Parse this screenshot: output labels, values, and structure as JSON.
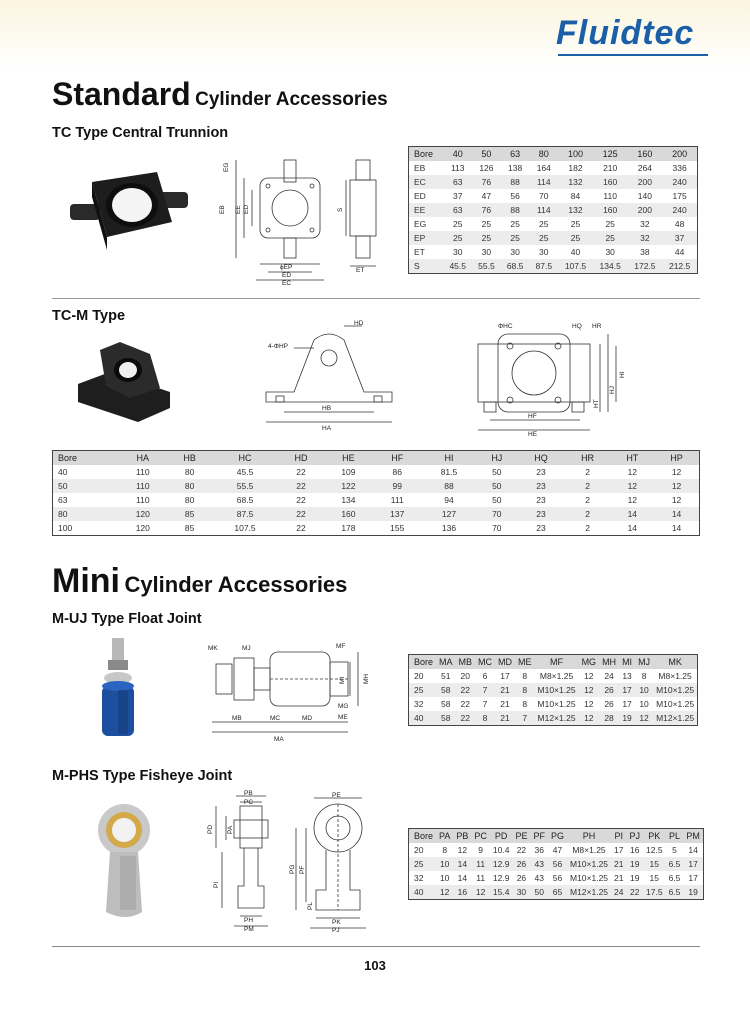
{
  "brand": {
    "logo": "Fluidtec"
  },
  "standard": {
    "title_big": "Standard",
    "title_rest": "Cylinder Accessories",
    "tc": {
      "title": "TC Type Central Trunnion",
      "diagram_labels": {
        "eg": "EG",
        "eb": "EB",
        "ee": "EE",
        "ed": "ED",
        "s": "S",
        "ep": "ϕEP",
        "ed2": "ED",
        "ec": "EC",
        "et": "ET"
      },
      "table": {
        "header": [
          "Bore",
          "40",
          "50",
          "63",
          "80",
          "100",
          "125",
          "160",
          "200"
        ],
        "rows": [
          [
            "EB",
            "113",
            "126",
            "138",
            "164",
            "182",
            "210",
            "264",
            "336"
          ],
          [
            "EC",
            "63",
            "76",
            "88",
            "114",
            "132",
            "160",
            "200",
            "240"
          ],
          [
            "ED",
            "37",
            "47",
            "56",
            "70",
            "84",
            "110",
            "140",
            "175"
          ],
          [
            "EE",
            "63",
            "76",
            "88",
            "114",
            "132",
            "160",
            "200",
            "240"
          ],
          [
            "EG",
            "25",
            "25",
            "25",
            "25",
            "25",
            "25",
            "32",
            "48"
          ],
          [
            "EP",
            "25",
            "25",
            "25",
            "25",
            "25",
            "25",
            "32",
            "37"
          ],
          [
            "ET",
            "30",
            "30",
            "30",
            "30",
            "40",
            "30",
            "38",
            "44"
          ],
          [
            "S",
            "45.5",
            "55.5",
            "68.5",
            "87.5",
            "107.5",
            "134.5",
            "172.5",
            "212.5"
          ]
        ]
      }
    },
    "tcm": {
      "title": "TC-M Type",
      "diagram_labels": {
        "hd": "HD",
        "hp": "4-ΦHP",
        "hb": "HB",
        "ha": "HA",
        "hc": "ΦHC",
        "hq": "HQ",
        "hr": "HR",
        "hi": "HI",
        "hj": "HJ",
        "ht": "HT",
        "hf": "HF",
        "he": "HE"
      },
      "table": {
        "header": [
          "Bore",
          "HA",
          "HB",
          "HC",
          "HD",
          "HE",
          "HF",
          "HI",
          "HJ",
          "HQ",
          "HR",
          "HT",
          "HP"
        ],
        "rows": [
          [
            "40",
            "110",
            "80",
            "45.5",
            "22",
            "109",
            "86",
            "81.5",
            "50",
            "23",
            "2",
            "12",
            "12"
          ],
          [
            "50",
            "110",
            "80",
            "55.5",
            "22",
            "122",
            "99",
            "88",
            "50",
            "23",
            "2",
            "12",
            "12"
          ],
          [
            "63",
            "110",
            "80",
            "68.5",
            "22",
            "134",
            "111",
            "94",
            "50",
            "23",
            "2",
            "12",
            "12"
          ],
          [
            "80",
            "120",
            "85",
            "87.5",
            "22",
            "160",
            "137",
            "127",
            "70",
            "23",
            "2",
            "14",
            "14"
          ],
          [
            "100",
            "120",
            "85",
            "107.5",
            "22",
            "178",
            "155",
            "136",
            "70",
            "23",
            "2",
            "14",
            "14"
          ]
        ]
      }
    }
  },
  "mini": {
    "title_big": "Mini",
    "title_rest": "Cylinder Accessories",
    "muj": {
      "title": "M-UJ Type Float Joint",
      "diagram_labels": {
        "mk": "MK",
        "mj": "MJ",
        "mf": "MF",
        "mi": "MI",
        "mh": "MH",
        "mg": "MG",
        "me": "ME",
        "mb": "MB",
        "mc": "MC",
        "md": "MD",
        "ma": "MA"
      },
      "table": {
        "header": [
          "Bore",
          "MA",
          "MB",
          "MC",
          "MD",
          "ME",
          "MF",
          "MG",
          "MH",
          "MI",
          "MJ",
          "MK"
        ],
        "rows": [
          [
            "20",
            "51",
            "20",
            "6",
            "17",
            "8",
            "M8×1.25",
            "12",
            "24",
            "13",
            "8",
            "M8×1.25"
          ],
          [
            "25",
            "58",
            "22",
            "7",
            "21",
            "8",
            "M10×1.25",
            "12",
            "26",
            "17",
            "10",
            "M10×1.25"
          ],
          [
            "32",
            "58",
            "22",
            "7",
            "21",
            "8",
            "M10×1.25",
            "12",
            "26",
            "17",
            "10",
            "M10×1.25"
          ],
          [
            "40",
            "58",
            "22",
            "8",
            "21",
            "7",
            "M12×1.25",
            "12",
            "28",
            "19",
            "12",
            "M12×1.25"
          ]
        ]
      }
    },
    "mphs": {
      "title": "M-PHS Type Fisheye Joint",
      "diagram_labels": {
        "pb": "PB",
        "pc": "PC",
        "pd": "PD",
        "pa": "PA",
        "pi": "PI",
        "ph": "PH",
        "pm": "PM",
        "pe": "PE",
        "pg": "PG",
        "pf": "PF",
        "pl": "PL",
        "pk": "PK",
        "pj": "PJ"
      },
      "table": {
        "header": [
          "Bore",
          "PA",
          "PB",
          "PC",
          "PD",
          "PE",
          "PF",
          "PG",
          "PH",
          "PI",
          "PJ",
          "PK",
          "PL",
          "PM"
        ],
        "rows": [
          [
            "20",
            "8",
            "12",
            "9",
            "10.4",
            "22",
            "36",
            "47",
            "M8×1.25",
            "17",
            "16",
            "12.5",
            "5",
            "14"
          ],
          [
            "25",
            "10",
            "14",
            "11",
            "12.9",
            "26",
            "43",
            "56",
            "M10×1.25",
            "21",
            "19",
            "15",
            "6.5",
            "17"
          ],
          [
            "32",
            "10",
            "14",
            "11",
            "12.9",
            "26",
            "43",
            "56",
            "M10×1.25",
            "21",
            "19",
            "15",
            "6.5",
            "17"
          ],
          [
            "40",
            "12",
            "16",
            "12",
            "15.4",
            "30",
            "50",
            "65",
            "M12×1.25",
            "24",
            "22",
            "17.5",
            "6.5",
            "19"
          ]
        ]
      }
    }
  },
  "page_number": "103"
}
